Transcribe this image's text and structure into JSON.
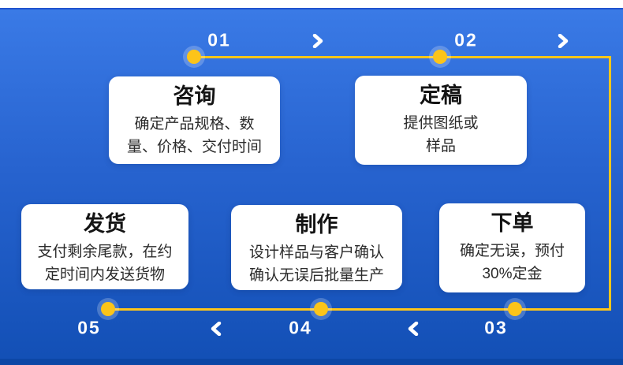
{
  "flow": {
    "colors": {
      "accent_yellow": "#FFC61A",
      "dot_yellow": "#FCC419",
      "bg_top_blue": "#3A7AE6",
      "bg_bottom_blue": "#124FB5",
      "card_bg": "#FFFFFF"
    },
    "steps": [
      {
        "number": "01",
        "title": "咨询",
        "lines": [
          "确定产品规格、数",
          "量、价格、交付时间"
        ]
      },
      {
        "number": "02",
        "title": "定稿",
        "lines": [
          "提供图纸或",
          "样品"
        ]
      },
      {
        "number": "03",
        "title": "下单",
        "lines": [
          "确定无误，预付",
          "30%定金"
        ]
      },
      {
        "number": "04",
        "title": "制作",
        "lines": [
          "设计样品与客户确认",
          "确认无误后批量生产"
        ]
      },
      {
        "number": "05",
        "title": "发货",
        "lines": [
          "支付剩余尾款，在约",
          "定时间内发送货物"
        ]
      }
    ]
  }
}
